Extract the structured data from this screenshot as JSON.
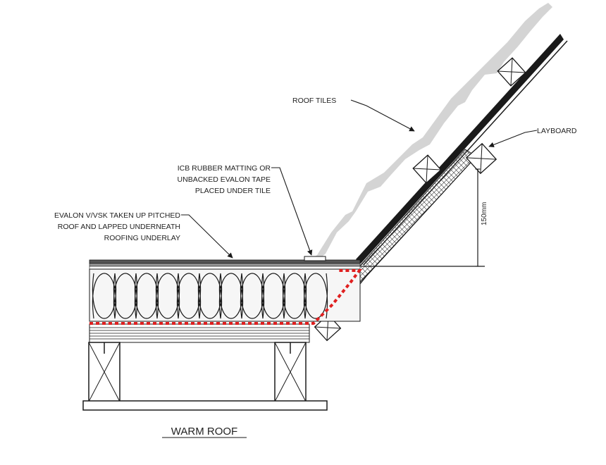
{
  "labels": {
    "roof_tiles": "ROOF TILES",
    "layboard": "LAYBOARD",
    "icb_line1": "ICB RUBBER MATTING OR",
    "icb_line2": "UNBACKED EVALON TAPE",
    "icb_line3": "PLACED UNDER TILE",
    "evalon_line1": "EVALON V/VSK TAKEN UP PITCHED",
    "evalon_line2": "ROOF AND LAPPED UNDERNEATH",
    "evalon_line3": "ROOFING UNDERLAY",
    "dimension": "150mm"
  },
  "title": "WARM ROOF",
  "colors": {
    "ink": "#1a1a1a",
    "tiles_grey": "#d4d4d4",
    "membrane_red": "#e02020",
    "insulation_fill": "#f6f6f6"
  }
}
